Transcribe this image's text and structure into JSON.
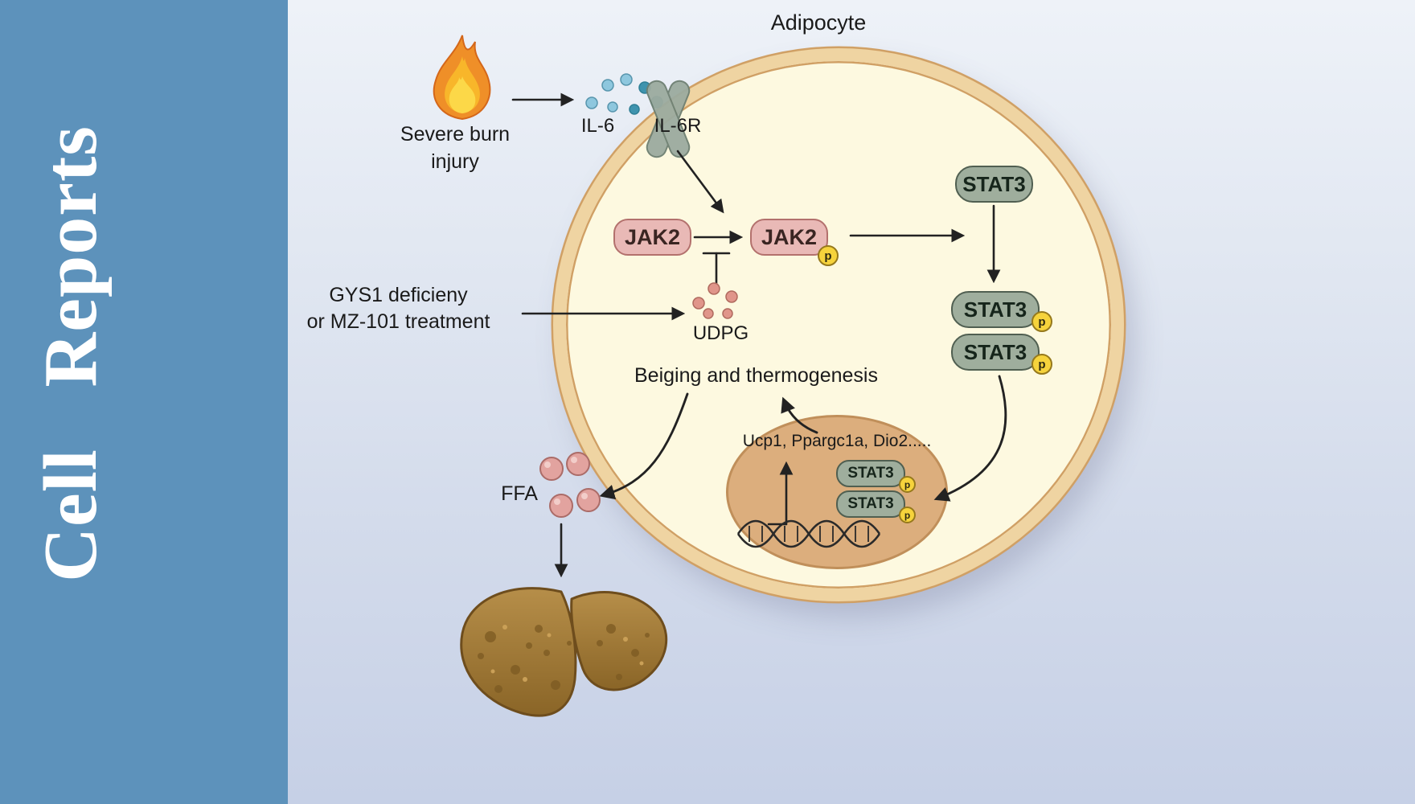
{
  "sidebar": {
    "brand": "Cell Reports"
  },
  "colors": {
    "sidebar-bg": "#5d92bb",
    "figure-top": "#eef2f8",
    "figure-bottom": "#c6d0e6",
    "cell-fill": "#fdf9e0",
    "membrane": "#efd4a2",
    "membrane-edge": "#d0a065",
    "jak2-fill": "#e9b9b6",
    "jak2-border": "#b3716d",
    "stat3-fill": "#9fae9d",
    "stat3-border": "#505f51",
    "p-fill": "#f6d33c",
    "p-border": "#96791c",
    "nucleus-fill": "#dcae7d",
    "nucleus-border": "#c08f5a",
    "arrow": "#222222",
    "text": "#1a1a1a"
  },
  "labels": {
    "adipocyte": "Adipocyte",
    "burn1": "Severe burn",
    "burn2": "injury",
    "il6": "IL-6",
    "il6r": "IL-6R",
    "jak2": "JAK2",
    "stat3": "STAT3",
    "p": "p",
    "gys1": "GYS1 deficieny",
    "gys2": "or MZ-101 treatment",
    "udpg": "UDPG",
    "beiging": "Beiging and thermogenesis",
    "genes": "Ucp1, Ppargc1a, Dio2.....",
    "ffa": "FFA"
  }
}
